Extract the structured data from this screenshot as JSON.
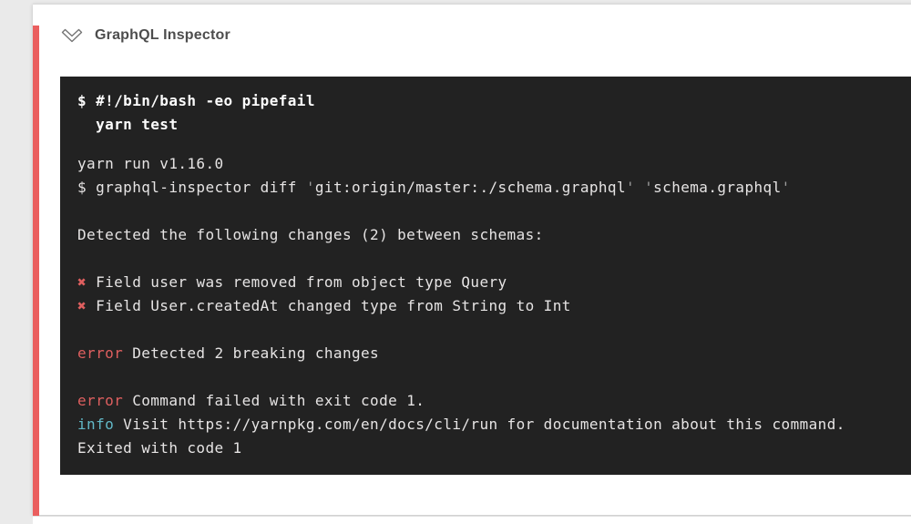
{
  "header": {
    "title": "GraphQL Inspector"
  },
  "icons": {
    "collapse": "chevron-down-outline"
  },
  "colors": {
    "failure_stripe": "#ea5f5f",
    "terminal_background": "#222222",
    "terminal_text": "#e6e4e4",
    "error_label": "#de5f5f",
    "info_label": "#62b8c7",
    "quote_muted": "#9d9d9d",
    "page_background": "#eaeaea"
  },
  "terminal": {
    "command_lines": [
      "$ #!/bin/bash -eo pipefail",
      "  yarn test"
    ],
    "output_lines": [
      [
        {
          "t": "yarn run v1.16.0"
        }
      ],
      [
        {
          "t": "$ graphql-inspector diff "
        },
        {
          "t": "'",
          "s": "muted"
        },
        {
          "t": "git:origin/master:./schema.graphql"
        },
        {
          "t": "'",
          "s": "muted"
        },
        {
          "t": " "
        },
        {
          "t": "'",
          "s": "muted"
        },
        {
          "t": "schema.graphql"
        },
        {
          "t": "'",
          "s": "muted"
        }
      ],
      [],
      [
        {
          "t": "Detected the following changes (2) between schemas:"
        }
      ],
      [],
      [
        {
          "t": "✖",
          "s": "error"
        },
        {
          "t": " Field user was removed from object type Query"
        }
      ],
      [
        {
          "t": "✖",
          "s": "error"
        },
        {
          "t": " Field User.createdAt changed type from String to Int"
        }
      ],
      [],
      [
        {
          "t": "error",
          "s": "error"
        },
        {
          "t": " Detected 2 breaking changes"
        }
      ],
      [],
      [
        {
          "t": "error",
          "s": "error"
        },
        {
          "t": " Command failed with exit code 1."
        }
      ],
      [
        {
          "t": "info",
          "s": "info"
        },
        {
          "t": " Visit https://yarnpkg.com/en/docs/cli/run for documentation about this command."
        }
      ],
      [
        {
          "t": "Exited with code 1"
        }
      ]
    ]
  }
}
